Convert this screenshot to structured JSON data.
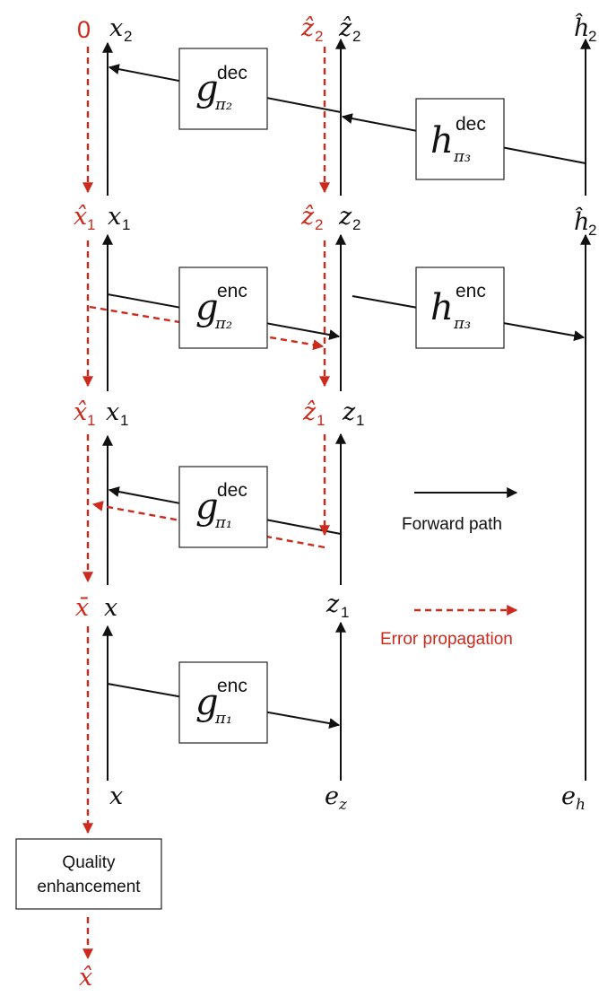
{
  "labels": {
    "row1": {
      "col1_red": "0",
      "col1_black": "x",
      "col1_black_sub": "2",
      "col2_red": "ẑ",
      "col2_red_sub": "2",
      "col2_black": "ẑ",
      "col2_black_sub": "2",
      "col3": "ĥ",
      "col3_sub": "2"
    },
    "row2": {
      "col1_red": "x̂",
      "col1_red_sub": "1",
      "col1_black": "x",
      "col1_black_sub": "1",
      "col2_red": "ẑ",
      "col2_red_sub": "2",
      "col2_black": "z",
      "col2_black_sub": "2",
      "col3": "ĥ",
      "col3_sub": "2"
    },
    "row3": {
      "col1_red": "x̂",
      "col1_red_sub": "1",
      "col1_black": "x",
      "col1_black_sub": "1",
      "col2_red": "ẑ",
      "col2_red_sub": "1",
      "col2_black": "z",
      "col2_black_sub": "1"
    },
    "row4": {
      "col1_red": "x̄",
      "col1_black": "x",
      "col2_black": "z",
      "col2_black_sub": "1"
    },
    "row5": {
      "col1": "x",
      "col2": "e",
      "col2_sub": "z",
      "col3": "e",
      "col3_sub": "h"
    },
    "output": "x̂"
  },
  "blocks": {
    "g_pi2_dec": {
      "main": "g",
      "sup": "dec",
      "sub": "π₂"
    },
    "h_pi3_dec": {
      "main": "h",
      "sup": "dec",
      "sub": "π₃"
    },
    "g_pi2_enc": {
      "main": "g",
      "sup": "enc",
      "sub": "π₂"
    },
    "h_pi3_enc": {
      "main": "h",
      "sup": "enc",
      "sub": "π₃"
    },
    "g_pi1_dec": {
      "main": "g",
      "sup": "dec",
      "sub": "π₁"
    },
    "g_pi1_enc": {
      "main": "g",
      "sup": "enc",
      "sub": "π₁"
    }
  },
  "quality_enhancement": {
    "line1": "Quality",
    "line2": "enhancement"
  },
  "legend": {
    "forward": "Forward path",
    "error": "Error propagation"
  },
  "colors": {
    "forward": "#111111",
    "error": "#cc2a1c"
  }
}
